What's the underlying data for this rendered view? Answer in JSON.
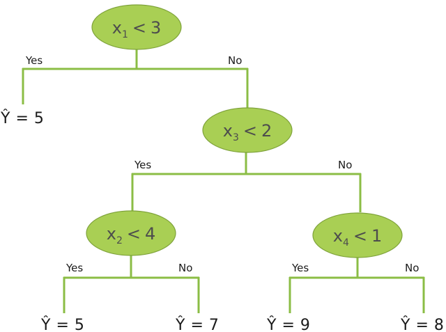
{
  "tree": {
    "nodes": [
      {
        "id": "n1",
        "var": "x",
        "sub": "1",
        "op": "<",
        "threshold": "3"
      },
      {
        "id": "n3",
        "var": "x",
        "sub": "3",
        "op": "<",
        "threshold": "2"
      },
      {
        "id": "n2",
        "var": "x",
        "sub": "2",
        "op": "<",
        "threshold": "4"
      },
      {
        "id": "n4",
        "var": "x",
        "sub": "4",
        "op": "<",
        "threshold": "1"
      }
    ],
    "labels": {
      "yes": "Yes",
      "no": "No"
    },
    "leaves": [
      {
        "id": "leaf-a",
        "symbol": "Ŷ",
        "value": "5"
      },
      {
        "id": "leaf-b",
        "symbol": "Ŷ",
        "value": "5"
      },
      {
        "id": "leaf-c",
        "symbol": "Ŷ",
        "value": "7"
      },
      {
        "id": "leaf-d",
        "symbol": "Ŷ",
        "value": "9"
      },
      {
        "id": "leaf-e",
        "symbol": "Ŷ",
        "value": "8"
      }
    ],
    "colors": {
      "node_fill": "#a9cf54",
      "edge": "#8bbd45",
      "node_text": "#4d4d4d",
      "label_text": "#1a1a1a"
    }
  }
}
